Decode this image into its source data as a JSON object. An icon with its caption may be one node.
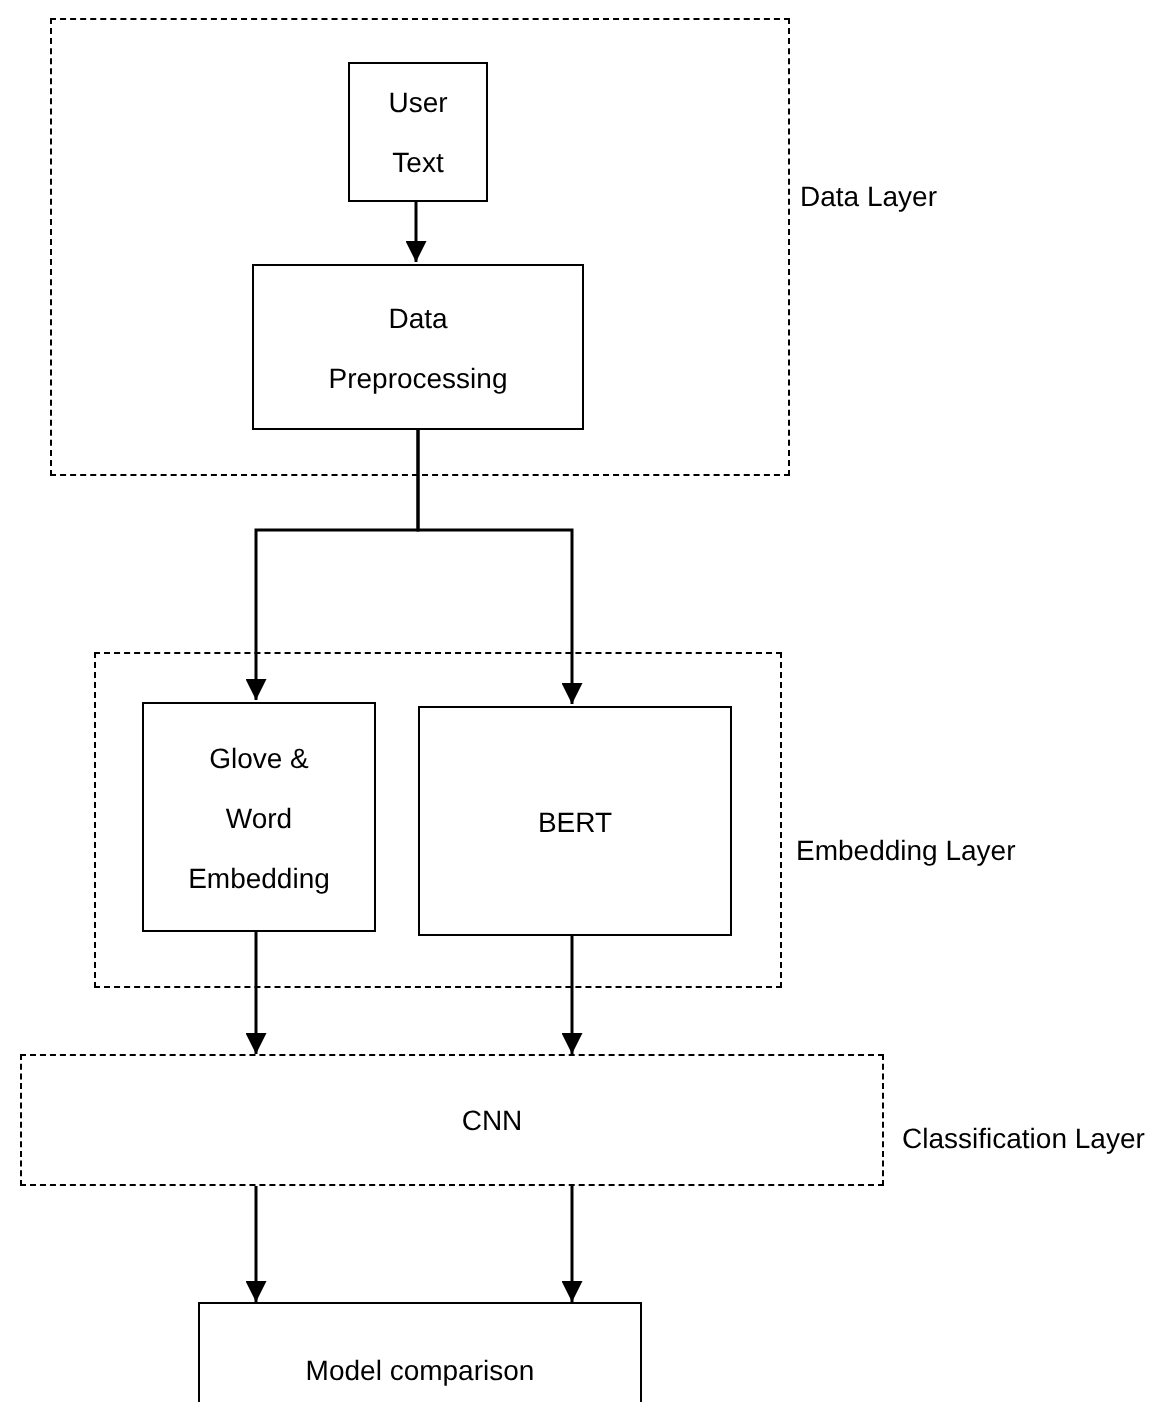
{
  "diagram": {
    "nodes": [
      {
        "text": [
          "Data Layer"
        ]
      },
      {
        "text": [
          "User Text"
        ],
        "in": 0
      },
      {
        "text": [
          "Data Preprocessing"
        ],
        "in": 0
      },
      {
        "text": [
          "Embedding Layer"
        ]
      },
      {
        "text": [
          "Glove & Word Embedding"
        ],
        "in": 3
      },
      {
        "text": [
          "BERT"
        ],
        "in": 3
      },
      {
        "text": [
          "CNN",
          "Classification Layer"
        ]
      },
      {
        "text": [
          "Model comparison"
        ]
      }
    ],
    "edges": [
      {
        "from": 1,
        "to": 2,
        "arrow": "to"
      },
      {
        "from": 2,
        "to": 4,
        "arrow": "to"
      },
      {
        "from": 2,
        "to": 5,
        "arrow": "to"
      },
      {
        "from": 4,
        "to": 6,
        "arrow": "to"
      },
      {
        "from": 5,
        "to": 6,
        "arrow": "to"
      },
      {
        "from": 6,
        "to": 7,
        "arrow": "to"
      },
      {
        "from": 6,
        "to": 7,
        "arrow": "to"
      }
    ]
  }
}
